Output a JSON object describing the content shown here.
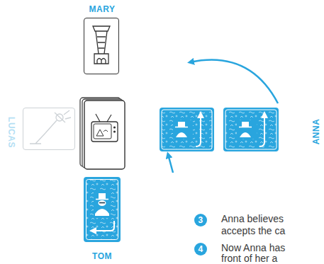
{
  "diagram": {
    "nodes": [
      {
        "text": [
          "MARY"
        ]
      },
      {
        "text": [
          "LUCAS"
        ]
      },
      {
        "text": [
          "ANNA"
        ]
      },
      {
        "text": [
          "TOM"
        ]
      },
      {
        "text": [
          "3"
        ]
      },
      {
        "text": [
          "4"
        ]
      }
    ],
    "labels": [
      "Anna believes",
      "accepts the ca",
      "Now Anna has",
      "front of her a"
    ]
  }
}
